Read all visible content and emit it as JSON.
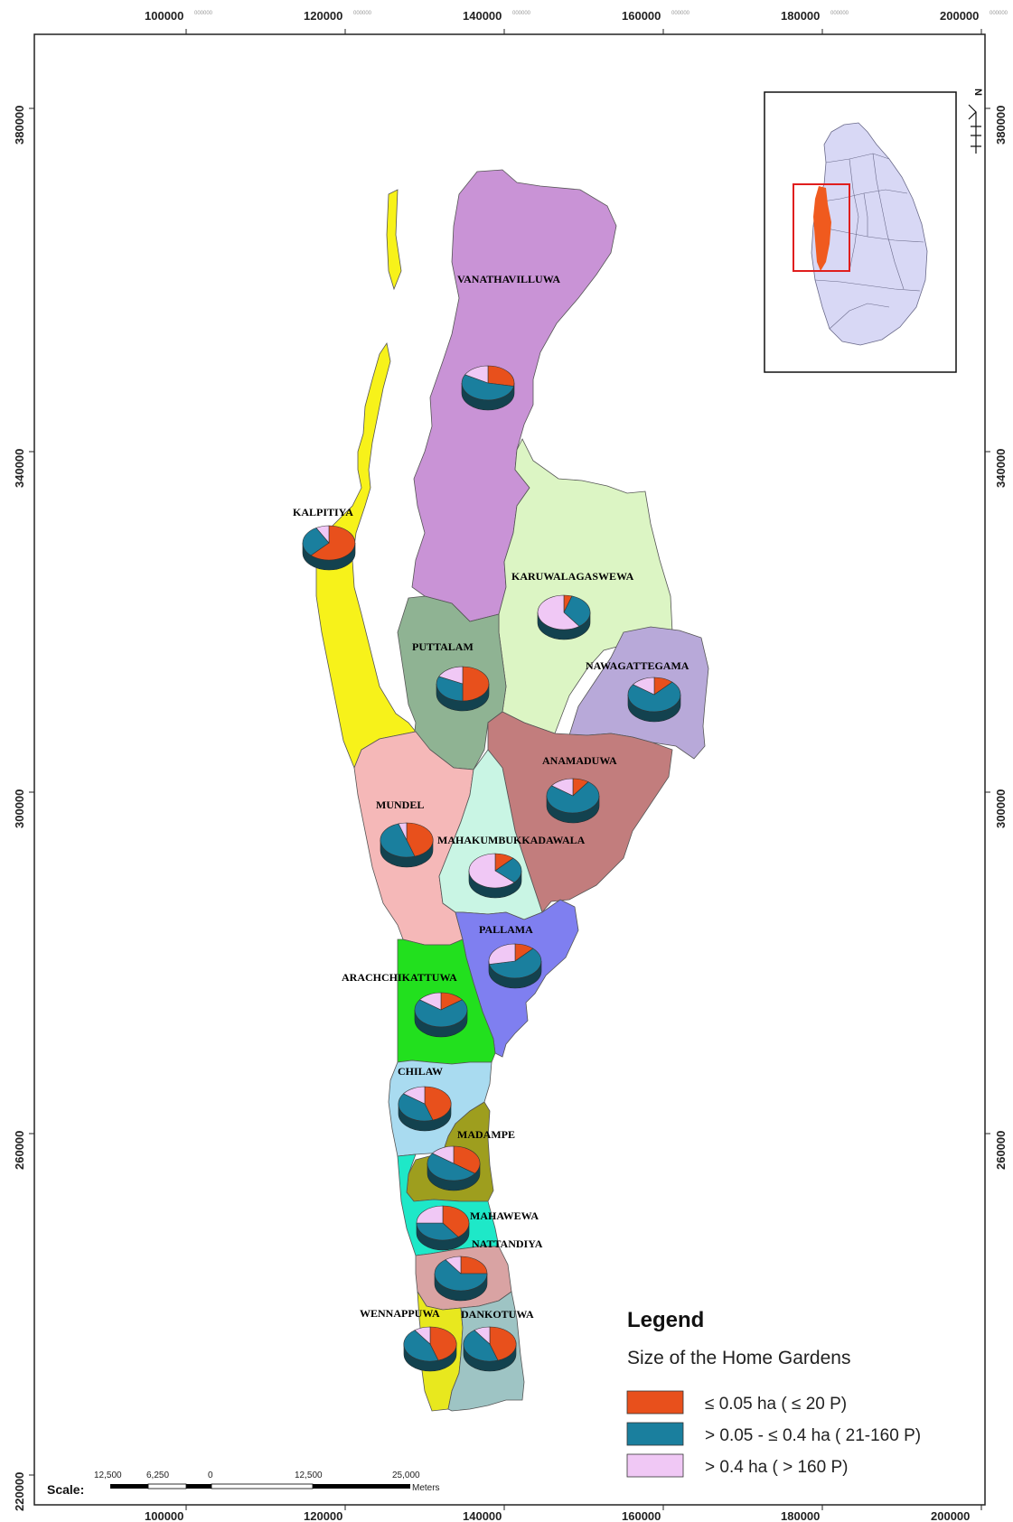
{
  "axes": {
    "top_ticks": [
      "100000",
      "120000",
      "140000",
      "160000",
      "180000",
      "200000"
    ],
    "bottom_ticks": [
      "100000",
      "120000",
      "140000",
      "160000",
      "180000",
      "200000"
    ],
    "left_ticks": [
      "380000",
      "340000",
      "300000",
      "260000",
      "220000"
    ],
    "right_ticks": [
      "380000",
      "340000",
      "300000",
      "260000"
    ],
    "tick_suffix": "000000"
  },
  "regions": [
    {
      "id": "vanathavilluwa",
      "label": "VANATHAVILLUWA",
      "color": "#c993d6"
    },
    {
      "id": "kalpitiya",
      "label": "KALPITIYA",
      "color": "#f7f21a"
    },
    {
      "id": "karuwalagaswewa",
      "label": "KARUWALAGASWEWA",
      "color": "#dcf5c4"
    },
    {
      "id": "puttalam",
      "label": "PUTTALAM",
      "color": "#8fb393"
    },
    {
      "id": "nawagattegama",
      "label": "NAWAGATTEGAMA",
      "color": "#b8a9d9"
    },
    {
      "id": "anamaduwa",
      "label": "ANAMADUWA",
      "color": "#c27d7d"
    },
    {
      "id": "mundel",
      "label": "MUNDEL",
      "color": "#f5b8b8"
    },
    {
      "id": "mahakumbukkadawala",
      "label": "MAHAKUMBUKKADAWALA",
      "color": "#c9f5e4"
    },
    {
      "id": "pallama",
      "label": "PALLAMA",
      "color": "#7f7ff0"
    },
    {
      "id": "arachchikattuwa",
      "label": "ARACHCHIKATTUWA",
      "color": "#22e01e"
    },
    {
      "id": "chilaw",
      "label": "CHILAW",
      "color": "#a9dbf0"
    },
    {
      "id": "madampe",
      "label": "MADAMPE",
      "color": "#9e9e1e"
    },
    {
      "id": "mahawewa",
      "label": "MAHAWEWA",
      "color": "#1ee8c8"
    },
    {
      "id": "nattandiya",
      "label": "NATTANDIYA",
      "color": "#d9a3a3"
    },
    {
      "id": "wennappuwa",
      "label": "WENNAPPUWA",
      "color": "#e8e81e"
    },
    {
      "id": "dankotuwa",
      "label": "DANKOTUWA",
      "color": "#9ec4c4"
    }
  ],
  "pies": [
    {
      "region": "vanathavilluwa",
      "shares": [
        0.28,
        0.55,
        0.17
      ]
    },
    {
      "region": "kalpitiya",
      "shares": [
        0.62,
        0.3,
        0.08
      ]
    },
    {
      "region": "karuwalagaswewa",
      "shares": [
        0.05,
        0.35,
        0.6
      ]
    },
    {
      "region": "puttalam",
      "shares": [
        0.5,
        0.32,
        0.18
      ]
    },
    {
      "region": "nawagattegama",
      "shares": [
        0.12,
        0.73,
        0.15
      ]
    },
    {
      "region": "anamaduwa",
      "shares": [
        0.1,
        0.75,
        0.15
      ]
    },
    {
      "region": "mundel",
      "shares": [
        0.45,
        0.5,
        0.05
      ]
    },
    {
      "region": "mahakumbukkadawala",
      "shares": [
        0.12,
        0.25,
        0.63
      ]
    },
    {
      "region": "pallama",
      "shares": [
        0.12,
        0.6,
        0.28
      ]
    },
    {
      "region": "arachchikattuwa",
      "shares": [
        0.15,
        0.7,
        0.15
      ]
    },
    {
      "region": "chilaw",
      "shares": [
        0.45,
        0.4,
        0.15
      ]
    },
    {
      "region": "madampe",
      "shares": [
        0.35,
        0.5,
        0.15
      ]
    },
    {
      "region": "mahawewa",
      "shares": [
        0.4,
        0.35,
        0.25
      ]
    },
    {
      "region": "nattandiya",
      "shares": [
        0.25,
        0.65,
        0.1
      ]
    },
    {
      "region": "wennappuwa",
      "shares": [
        0.45,
        0.45,
        0.1
      ]
    },
    {
      "region": "dankotuwa",
      "shares": [
        0.45,
        0.45,
        0.1
      ]
    }
  ],
  "legend": {
    "title": "Legend",
    "subtitle": "Size of the Home Gardens",
    "items": [
      {
        "label": "≤ 0.05 ha ( ≤  20  P)",
        "color": "#e8501c"
      },
      {
        "label": "> 0.05 - ≤ 0.4 ha ( 21-160 P)",
        "color": "#1a7f9e"
      },
      {
        "label": "> 0.4 ha ( > 160 P)",
        "color": "#f0c8f5"
      }
    ]
  },
  "scale": {
    "label": "Scale:",
    "ticks": [
      "12,500",
      "6,250",
      "0",
      "12,500",
      "25,000"
    ],
    "unit": "Meters"
  },
  "inset": {
    "north": "N",
    "island_color": "#d8d8f5",
    "highlight_color": "#f05a1e",
    "box_color": "#e01e1e"
  }
}
